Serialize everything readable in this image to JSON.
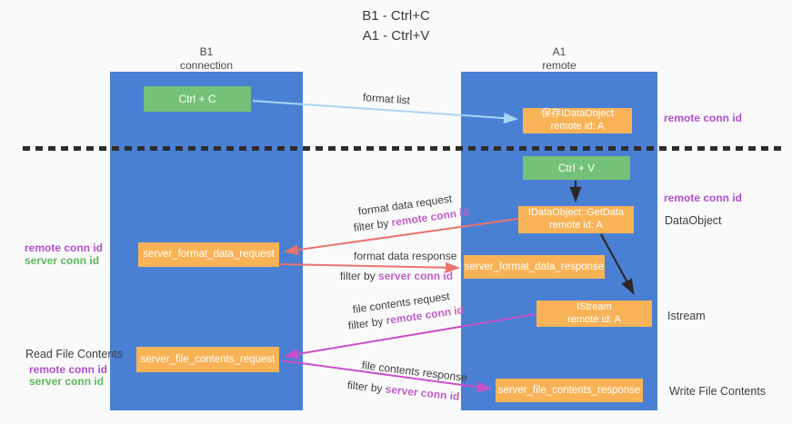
{
  "title": {
    "line1": "B1 - Ctrl+C",
    "line2": "A1 - Ctrl+V"
  },
  "columns": {
    "left": {
      "name": "B1",
      "subtitle": "connection"
    },
    "right": {
      "name": "A1",
      "subtitle": "remote"
    }
  },
  "boxes": {
    "ctrl_c": "Ctrl + C",
    "ctrl_v": "Ctrl + V",
    "save_idataobject": {
      "line1": "保存IDataObject",
      "line2": "remote id: A"
    },
    "getdata": {
      "line1": "IDataObject::GetData",
      "line2": "remote id: A"
    },
    "istream": {
      "line1": "IStream",
      "line2": "remote id: A"
    },
    "format_request": "server_format_data_request",
    "format_response": "server_format_data_response",
    "file_request": "server_file_contents_request",
    "file_response": "server_file_contents_response"
  },
  "annotations": {
    "remote_conn_id": "remote conn id",
    "server_conn_id": "server conn id",
    "dataobject": "DataObject",
    "istream": "Istream",
    "read_file_contents": "Read File Contents",
    "write_file_contents": "Write File Contents"
  },
  "arrow_labels": {
    "format_list": "format list",
    "format_data_request": "format data request",
    "format_data_response": "format data response",
    "file_contents_request": "file contents request",
    "file_contents_response": "file contents response",
    "filter_by": "filter by",
    "remote_conn_id": "remote conn id",
    "server_conn_id": "server conn id"
  },
  "colors": {
    "column_fill": "#4a80d4",
    "box_orange": "#f9b357",
    "box_green": "#74c277",
    "arrow_salmon": "#e8736f",
    "arrow_magenta": "#c94fc9",
    "arrow_light_blue": "#a8d6f2",
    "arrow_black": "#2a2a2a",
    "text_remote_conn_id": "#b14fc9",
    "text_server_conn_id_green": "#5cb85c",
    "background": "#fafafa"
  }
}
